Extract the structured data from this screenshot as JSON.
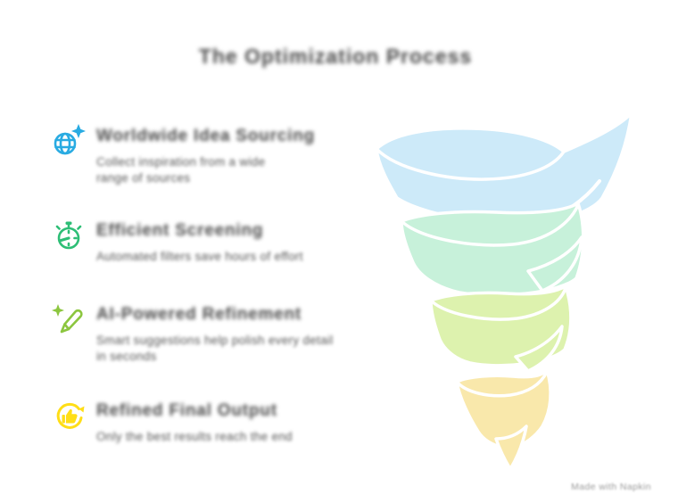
{
  "_note": "All text in the source screenshot is blurred beyond legibility; text values below are visually-matched placeholders of the same length/weight.",
  "title": "The Optimization Process",
  "steps": [
    {
      "icon": "globe-sparkle-icon",
      "accent": "#29abe2",
      "heading": "Worldwide Idea Sourcing",
      "description": "Collect inspiration from a wide range of sources"
    },
    {
      "icon": "stopwatch-icon",
      "accent": "#2ebe76",
      "heading": "Efficient Screening",
      "description": "Automated filters save hours of effort"
    },
    {
      "icon": "pencil-sparkle-icon",
      "accent": "#8cc63f",
      "heading": "AI-Powered Refinement",
      "description": "Smart suggestions help polish every detail in seconds"
    },
    {
      "icon": "award-cycle-icon",
      "accent": "#ffde17",
      "heading": "Refined Final Output",
      "description": "Only the best results reach the end"
    }
  ],
  "funnel": {
    "type": "spiral-funnel",
    "stages": [
      {
        "label": "stage-1",
        "color": "#cdeaf9"
      },
      {
        "label": "stage-2",
        "color": "#c7f1da"
      },
      {
        "label": "stage-3",
        "color": "#ddf2ae"
      },
      {
        "label": "stage-4",
        "color": "#f9e8ab"
      }
    ],
    "outline": "#ffffff"
  },
  "watermark": "Made with Napkin"
}
